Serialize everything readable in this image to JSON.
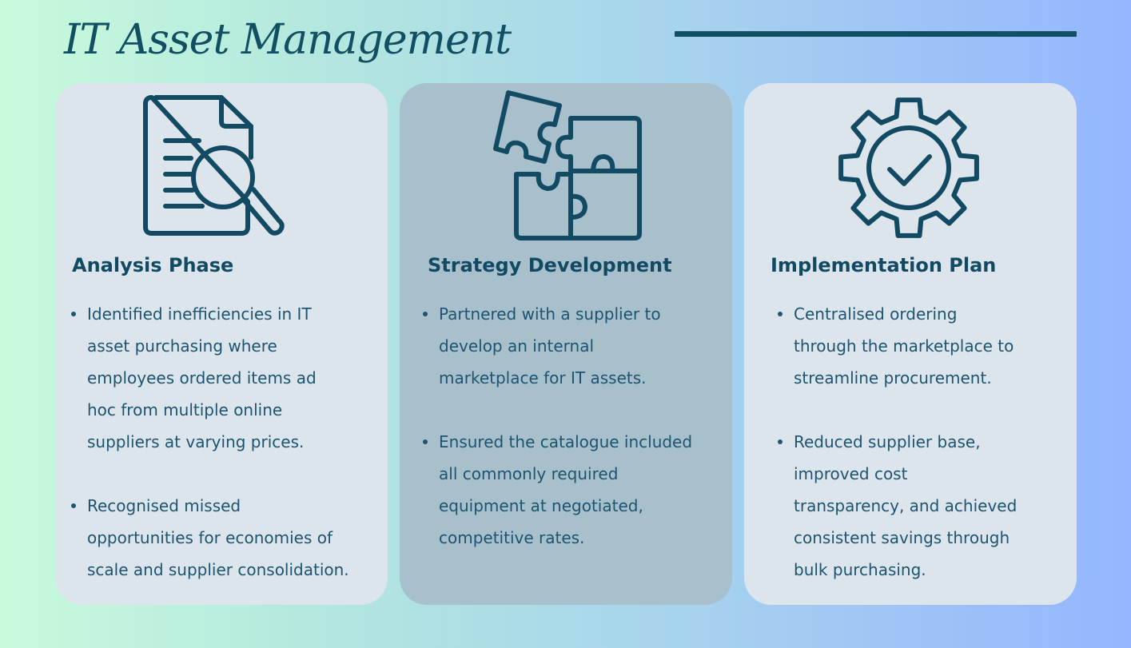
{
  "title": "IT Asset Management",
  "colors": {
    "accent": "#124f62",
    "card_light": "#dde5ec",
    "card_dark": "#a8bfcc",
    "text": "#1d5470"
  },
  "cards": [
    {
      "icon": "document-search-icon",
      "title": "Analysis Phase",
      "bullets": [
        "Identified inefficiencies in IT\nasset purchasing where\nemployees ordered items ad\nhoc from multiple online\nsuppliers at varying prices.",
        "Recognised missed\nopportunities for economies of\nscale and supplier consolidation."
      ]
    },
    {
      "icon": "puzzle-pieces-icon",
      "title": "Strategy Development",
      "bullets": [
        "Partnered with a supplier to\ndevelop an internal\nmarketplace for IT assets.",
        "Ensured the catalogue included\nall commonly required\nequipment at negotiated,\ncompetitive rates."
      ]
    },
    {
      "icon": "gear-check-icon",
      "title": "Implementation Plan",
      "bullets": [
        "Centralised ordering\nthrough the marketplace to\nstreamline procurement.",
        "Reduced supplier base,\nimproved cost\ntransparency, and achieved\nconsistent savings through\nbulk purchasing."
      ]
    }
  ]
}
